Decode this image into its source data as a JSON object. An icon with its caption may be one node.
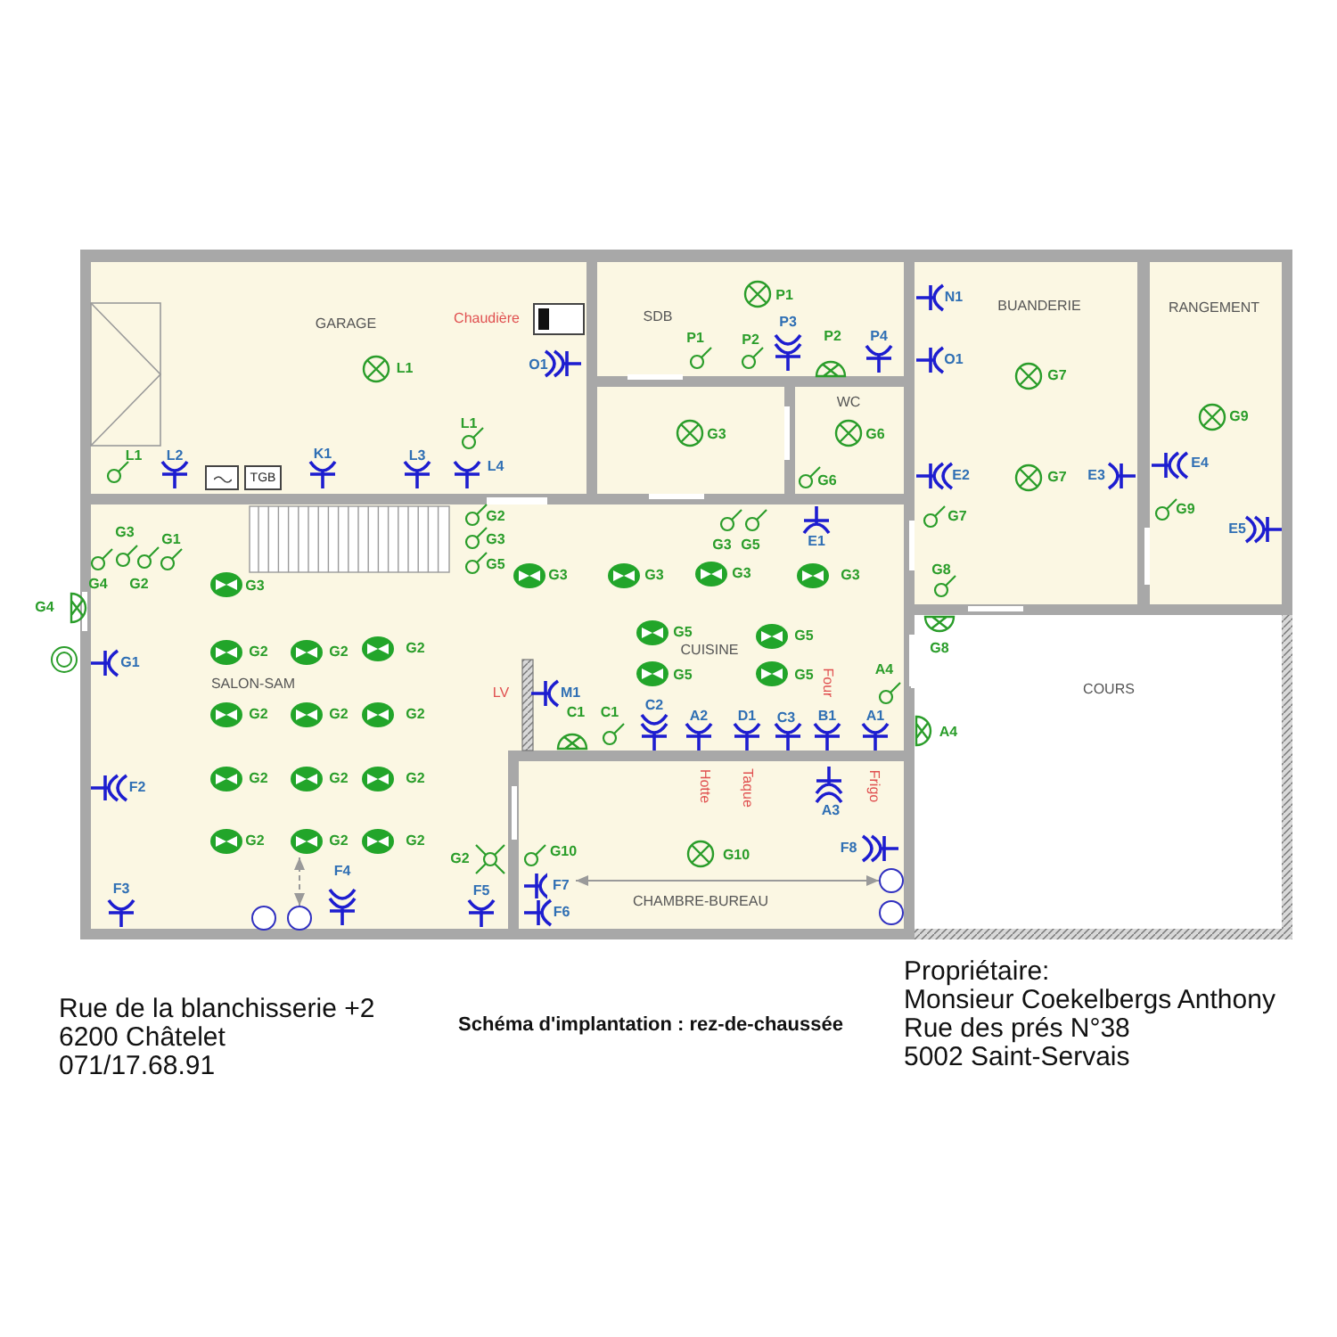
{
  "diagram": {
    "title": "Schéma d'implantation : rez-de-chaussée",
    "nodes": [
      {
        "text": [
          "GARAGE"
        ]
      },
      {
        "text": [
          "SDB"
        ]
      },
      {
        "text": [],
        "shape": "box"
      },
      {
        "text": [
          "WC"
        ]
      },
      {
        "text": [
          "BUANDERIE"
        ]
      },
      {
        "text": [
          "RANGEMENT"
        ]
      },
      {
        "text": [
          "SALON-SAM"
        ]
      },
      {
        "text": [
          "CUISINE"
        ]
      },
      {
        "text": [
          "CHAMBRE-BUREAU"
        ]
      },
      {
        "text": [
          "COURS"
        ]
      },
      {
        "text": [],
        "shape": "box",
        "in": 0
      },
      {
        "text": [
          "TGB"
        ],
        "in": 0
      },
      {
        "text": [],
        "shape": "box",
        "in": 0,
        "beside": [
          "Chaudière"
        ]
      },
      {
        "text": [],
        "shape": "circle",
        "in": 6
      },
      {
        "text": [],
        "shape": "circle",
        "in": 6
      },
      {
        "text": [],
        "shape": "circle",
        "in": 8
      },
      {
        "text": [],
        "shape": "circle",
        "in": 8
      },
      {
        "text": [
          "F7"
        ],
        "in": 8
      }
    ],
    "edges": [
      {
        "from": null,
        "to": 14,
        "arrow": "both",
        "style": "dashed"
      },
      {
        "from": 17,
        "to": 15,
        "arrow": "both"
      }
    ],
    "labels": [
      "P1",
      "N1",
      "P1",
      "P2",
      "P3",
      "P2",
      "P4",
      "L1",
      "O1",
      "O1",
      "G7",
      "L1",
      "G3",
      "G6",
      "G9",
      "L1",
      "L2",
      "K1",
      "L3",
      "L4",
      "G6",
      "E2",
      "G7",
      "E3",
      "E4",
      "G2",
      "G7",
      "G9",
      "G3",
      "G1",
      "G3",
      "G3",
      "G5",
      "E1",
      "E5",
      "G4",
      "G2",
      "G3",
      "G5",
      "G3",
      "G3",
      "G3",
      "G3",
      "G8",
      "G4",
      "G2",
      "G2",
      "G2",
      "G5",
      "G5",
      "G8",
      "G1",
      "G5",
      "G5",
      "Four",
      "A4",
      "G2",
      "G2",
      "G2",
      "LV",
      "M1",
      "C1",
      "C1",
      "C2",
      "A2",
      "D1",
      "C3",
      "B1",
      "A1",
      "A4",
      "F2",
      "G2",
      "G2",
      "G2",
      "Hotte",
      "Taque",
      "A3",
      "Frigo",
      "G2",
      "G2",
      "G2",
      "G2",
      "G10",
      "G10",
      "F8",
      "F3",
      "F4",
      "F5",
      "F6",
      "Rue de la blanchisserie +2",
      "6200 Châtelet",
      "071/17.68.91",
      "Propriétaire:",
      "Monsieur Coekelbergs Anthony",
      "Rue des prés N°38",
      "5002 Saint-Servais"
    ]
  }
}
